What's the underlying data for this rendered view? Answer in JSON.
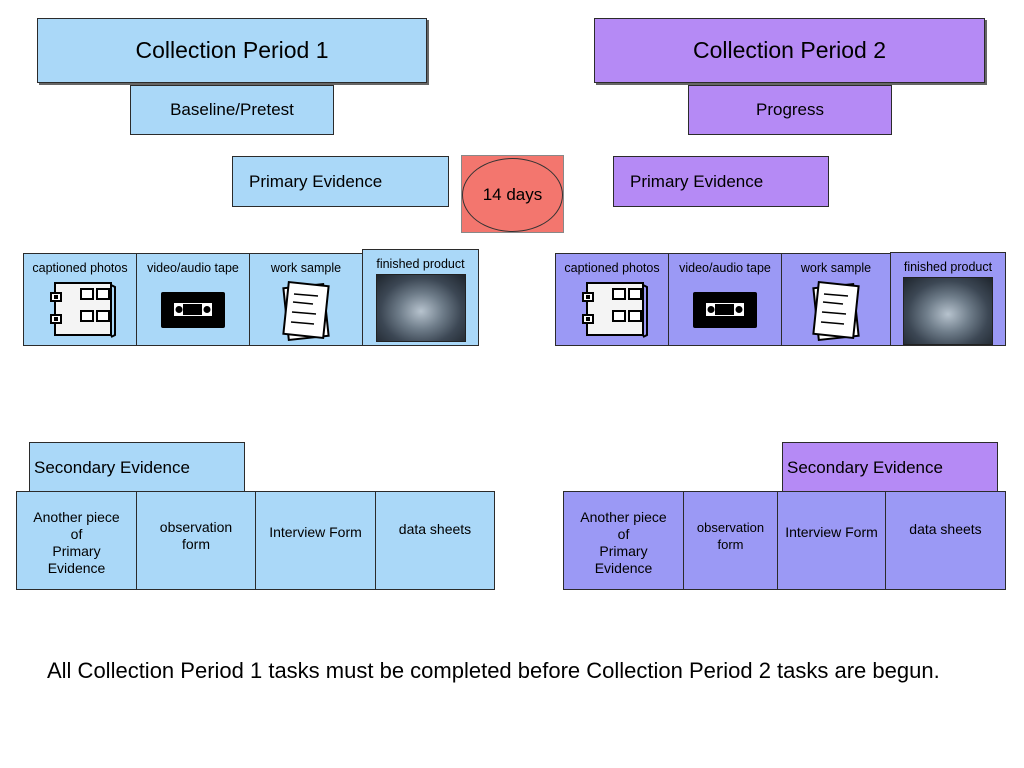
{
  "period1": {
    "title": "Collection Period 1",
    "subtitle": "Baseline/Pretest",
    "primary_label": "Primary Evidence",
    "primary_items": [
      "captioned photos",
      "video/audio tape",
      "work sample",
      "finished product"
    ],
    "secondary_label": "Secondary Evidence",
    "secondary_items": [
      "Another piece\nof\nPrimary\nEvidence",
      "observation\nform",
      "Interview Form",
      "data sheets"
    ]
  },
  "period2": {
    "title": "Collection Period 2",
    "subtitle": "Progress",
    "primary_label": "Primary Evidence",
    "primary_items": [
      "captioned photos",
      "video/audio tape",
      "work sample",
      "finished product"
    ],
    "secondary_label": "Secondary Evidence",
    "secondary_items": [
      "Another piece\nof\nPrimary\nEvidence",
      "observation\nform",
      "Interview Form",
      "data sheets"
    ]
  },
  "gap_label": "14 days",
  "footnote": "All Collection Period 1 tasks must be completed before Collection Period 2 tasks are begun.",
  "colors": {
    "period1_fill": "#aad8f8",
    "period2_fill": "#b58af5",
    "period2_items_fill": "#9b99f5",
    "gap_fill": "#f3766e"
  },
  "icons": [
    "photo-album-icon",
    "videotape-icon",
    "document-icon",
    "product-photo"
  ]
}
